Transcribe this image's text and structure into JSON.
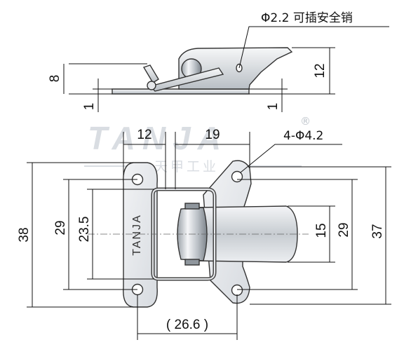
{
  "watermark": {
    "brand": "TANJA",
    "brand_cn": "天甲工业",
    "registered": "®"
  },
  "part_stamp": "TANJA",
  "side_view": {
    "pin_note": "Φ2.2 可插安全销",
    "dims": {
      "height_left": "8",
      "height_right": "12",
      "thickness_left": "1",
      "thickness_right": "1"
    }
  },
  "top_view": {
    "dims": {
      "width_12": "12",
      "width_19": "19",
      "hole_note": "4-Φ4.2",
      "overall_38": "38",
      "holes_29_left": "29",
      "inner_23_5": "23.5",
      "strap_15": "15",
      "holes_29_right": "29",
      "overall_37": "37",
      "spacing_26_6": "( 26.6 )"
    }
  },
  "colors": {
    "metal_light": "#eef0f2",
    "metal_mid": "#c9ced3",
    "metal_dark": "#8f969d",
    "line": "#111111"
  }
}
